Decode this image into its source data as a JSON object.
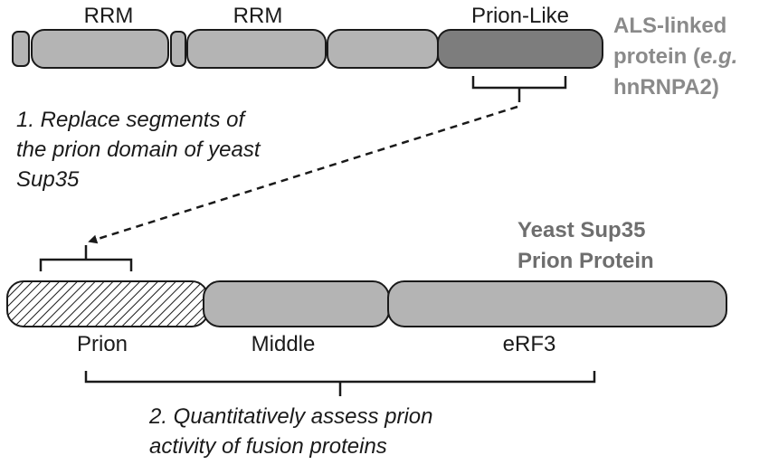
{
  "top_protein": {
    "domains": [
      "RRM",
      "RRM",
      "Prion-Like"
    ],
    "name_lines": [
      "ALS-linked",
      "protein (",
      "e.g.",
      "hnRNPA2)"
    ]
  },
  "steps": {
    "step1_lines": [
      "1. Replace segments of",
      "the prion domain of yeast",
      "Sup35"
    ],
    "step2_lines": [
      "2. Quantitatively assess prion",
      "activity of fusion proteins"
    ]
  },
  "bottom_protein": {
    "name_lines": [
      "Yeast Sup35",
      "Prion Protein"
    ],
    "domains": [
      "Prion",
      "Middle",
      "eRF3"
    ]
  },
  "colors": {
    "domain_fill": "#b4b4b4",
    "prion_like_fill": "#7d7d7d",
    "stroke": "#1a1a1a",
    "als_label": "#8a8a8a",
    "sup35_label": "#6e6e6e"
  }
}
